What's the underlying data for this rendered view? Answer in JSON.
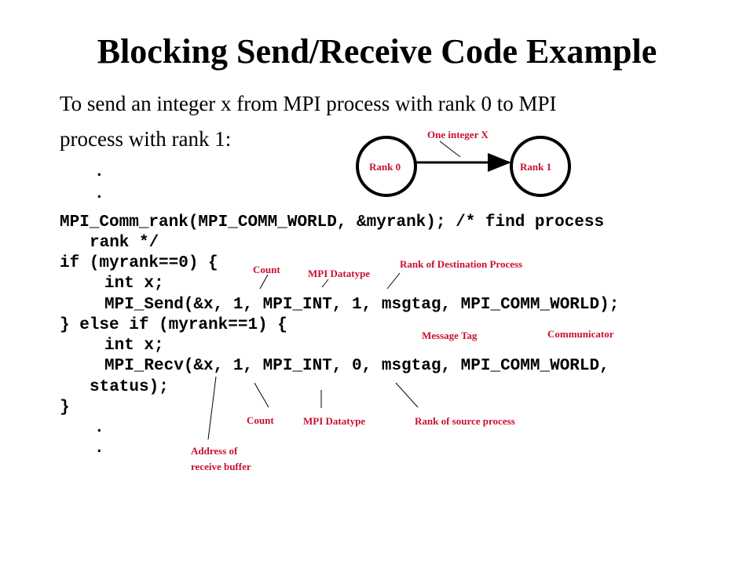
{
  "title": "Blocking Send/Receive Code Example",
  "intro": {
    "line1": "To send an integer x from MPI process with rank 0 to MPI",
    "line2": "process with rank 1:"
  },
  "code": {
    "dot1": ".",
    "dot2": ".",
    "line_comm": "MPI_Comm_rank(MPI_COMM_WORLD, &myrank); /* find process",
    "line_comm_cont": "rank */",
    "line_if": "if (myrank==0) {",
    "line_int1": "int x;",
    "line_send": "MPI_Send(&x, 1, MPI_INT, 1, msgtag, MPI_COMM_WORLD);",
    "line_elseif": "} else if (myrank==1) {",
    "line_int2": "int x;",
    "line_recv": "MPI_Recv(&x, 1, MPI_INT, 0, msgtag, MPI_COMM_WORLD,",
    "line_recv_cont": "status);",
    "line_close": "}",
    "dot3": ".",
    "dot4": "."
  },
  "diagram": {
    "message_label": "One integer X",
    "node_left": "Rank 0",
    "node_right": "Rank 1"
  },
  "annotations": {
    "send_count": "Count",
    "send_datatype": "MPI Datatype",
    "send_dest": "Rank of Destination Process",
    "message_tag": "Message Tag",
    "communicator": "Communicator",
    "recv_count": "Count",
    "recv_datatype": "MPI Datatype",
    "recv_source": "Rank of source process",
    "recv_buffer_line1": "Address of",
    "recv_buffer_line2": "receive buffer"
  },
  "colors": {
    "annotation": "#c8102e",
    "text": "#000000"
  }
}
